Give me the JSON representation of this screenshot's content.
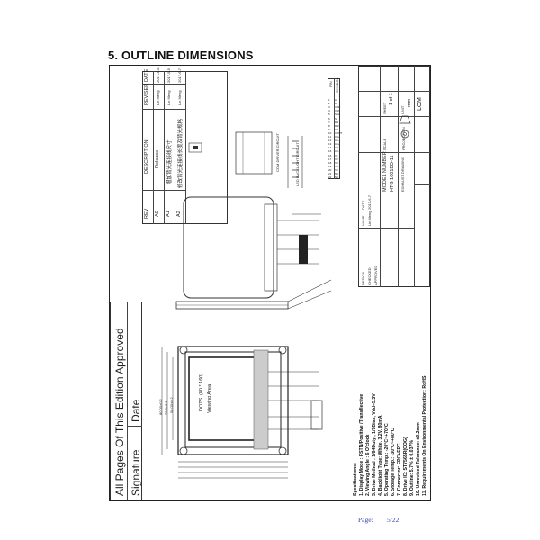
{
  "heading": "5.  OUTLINE DIMENSIONS",
  "approval": {
    "statement": "All Pages Of This Edition Approved",
    "signature_label": "Signature",
    "date_label": "Date"
  },
  "revision_table": {
    "headers": [
      "REV",
      "DESCRIPTION",
      "REVISER",
      "DATE"
    ],
    "rows": [
      [
        "A0",
        "Release",
        "Lin Meng",
        "2017-3-31"
      ],
      [
        "A1",
        "增加背光连接线尺寸",
        "Lin Meng",
        "2017-5-5"
      ],
      [
        "A2",
        "修改背光连接线长度及背光规格",
        "Lin Meng",
        "2017-6-7"
      ]
    ]
  },
  "specifications": {
    "title": "Specifications:",
    "items": [
      "1. Display Mode : FSTN/Positive /Transflective",
      "2. Viewing Angle : 6 O'clock",
      "3. Drive Method : 1/64Duty , 1/9Bias, Vdd=5.3V",
      "4. Backlight Type: White, 3.2V, 80mA",
      "5. Operating Temp.: -20°C~+70°C",
      "6. Storage Temp.: -30°C~+80°C",
      "7. Connector: FPC+FPC",
      "8. Drive IC: ST7565R(COG)",
      "9. Outline: 5.7% ± 0.037%",
      "10. Unrevised Tolerance: ±0.2mm",
      "11. Requirements On Environmental Protection: RoHS"
    ]
  },
  "drawing": {
    "viewing_area_label": "Viewing Area",
    "dots_label": "DOTS",
    "dots_value": "(80 * 160)",
    "led_circuit_label": "LED BACKLIGHT CIRCUIT",
    "com_circuit_label": "COM DRIVER CIRCUIT",
    "dim_width": "80.00±0.2",
    "dim_inner": "70.0±0.2",
    "dim_va": "58.00±0.2"
  },
  "title_block": {
    "model_label": "MODEL NUMBER :",
    "model_value": "HTG 1601BD-11",
    "drawing_label": "EXHAUST DRAWING",
    "sheet_label": "SHEET",
    "sheet_value": "1 of 1",
    "name_label": "NAME",
    "date_label": "DATE",
    "drawn_label": "DESIGN",
    "checked_label": "CHECKED",
    "approved_label": "APPROVED",
    "drawn_by": "Lin Meng",
    "draw_date": "2017-6-7",
    "scale_label": "SCALE",
    "unit_label": "UNIT",
    "unit_value": "mm",
    "projection_label": "PROJECTION",
    "code": "LCM"
  },
  "pin_table_header": [
    "PIN",
    "SYMBOL"
  ],
  "pin_symbols": [
    "A",
    "K",
    "VDD",
    "VSS",
    "SCL",
    "SI",
    "RS",
    "RST",
    "CS",
    "VOUT",
    "C3+",
    "C1-",
    "C1+",
    "C2+",
    "C2-",
    "V1",
    "V2",
    "V3",
    "V4",
    "V5",
    "NC",
    "NC"
  ],
  "footer": {
    "page_label": "Page:",
    "page_value": "5/22"
  }
}
